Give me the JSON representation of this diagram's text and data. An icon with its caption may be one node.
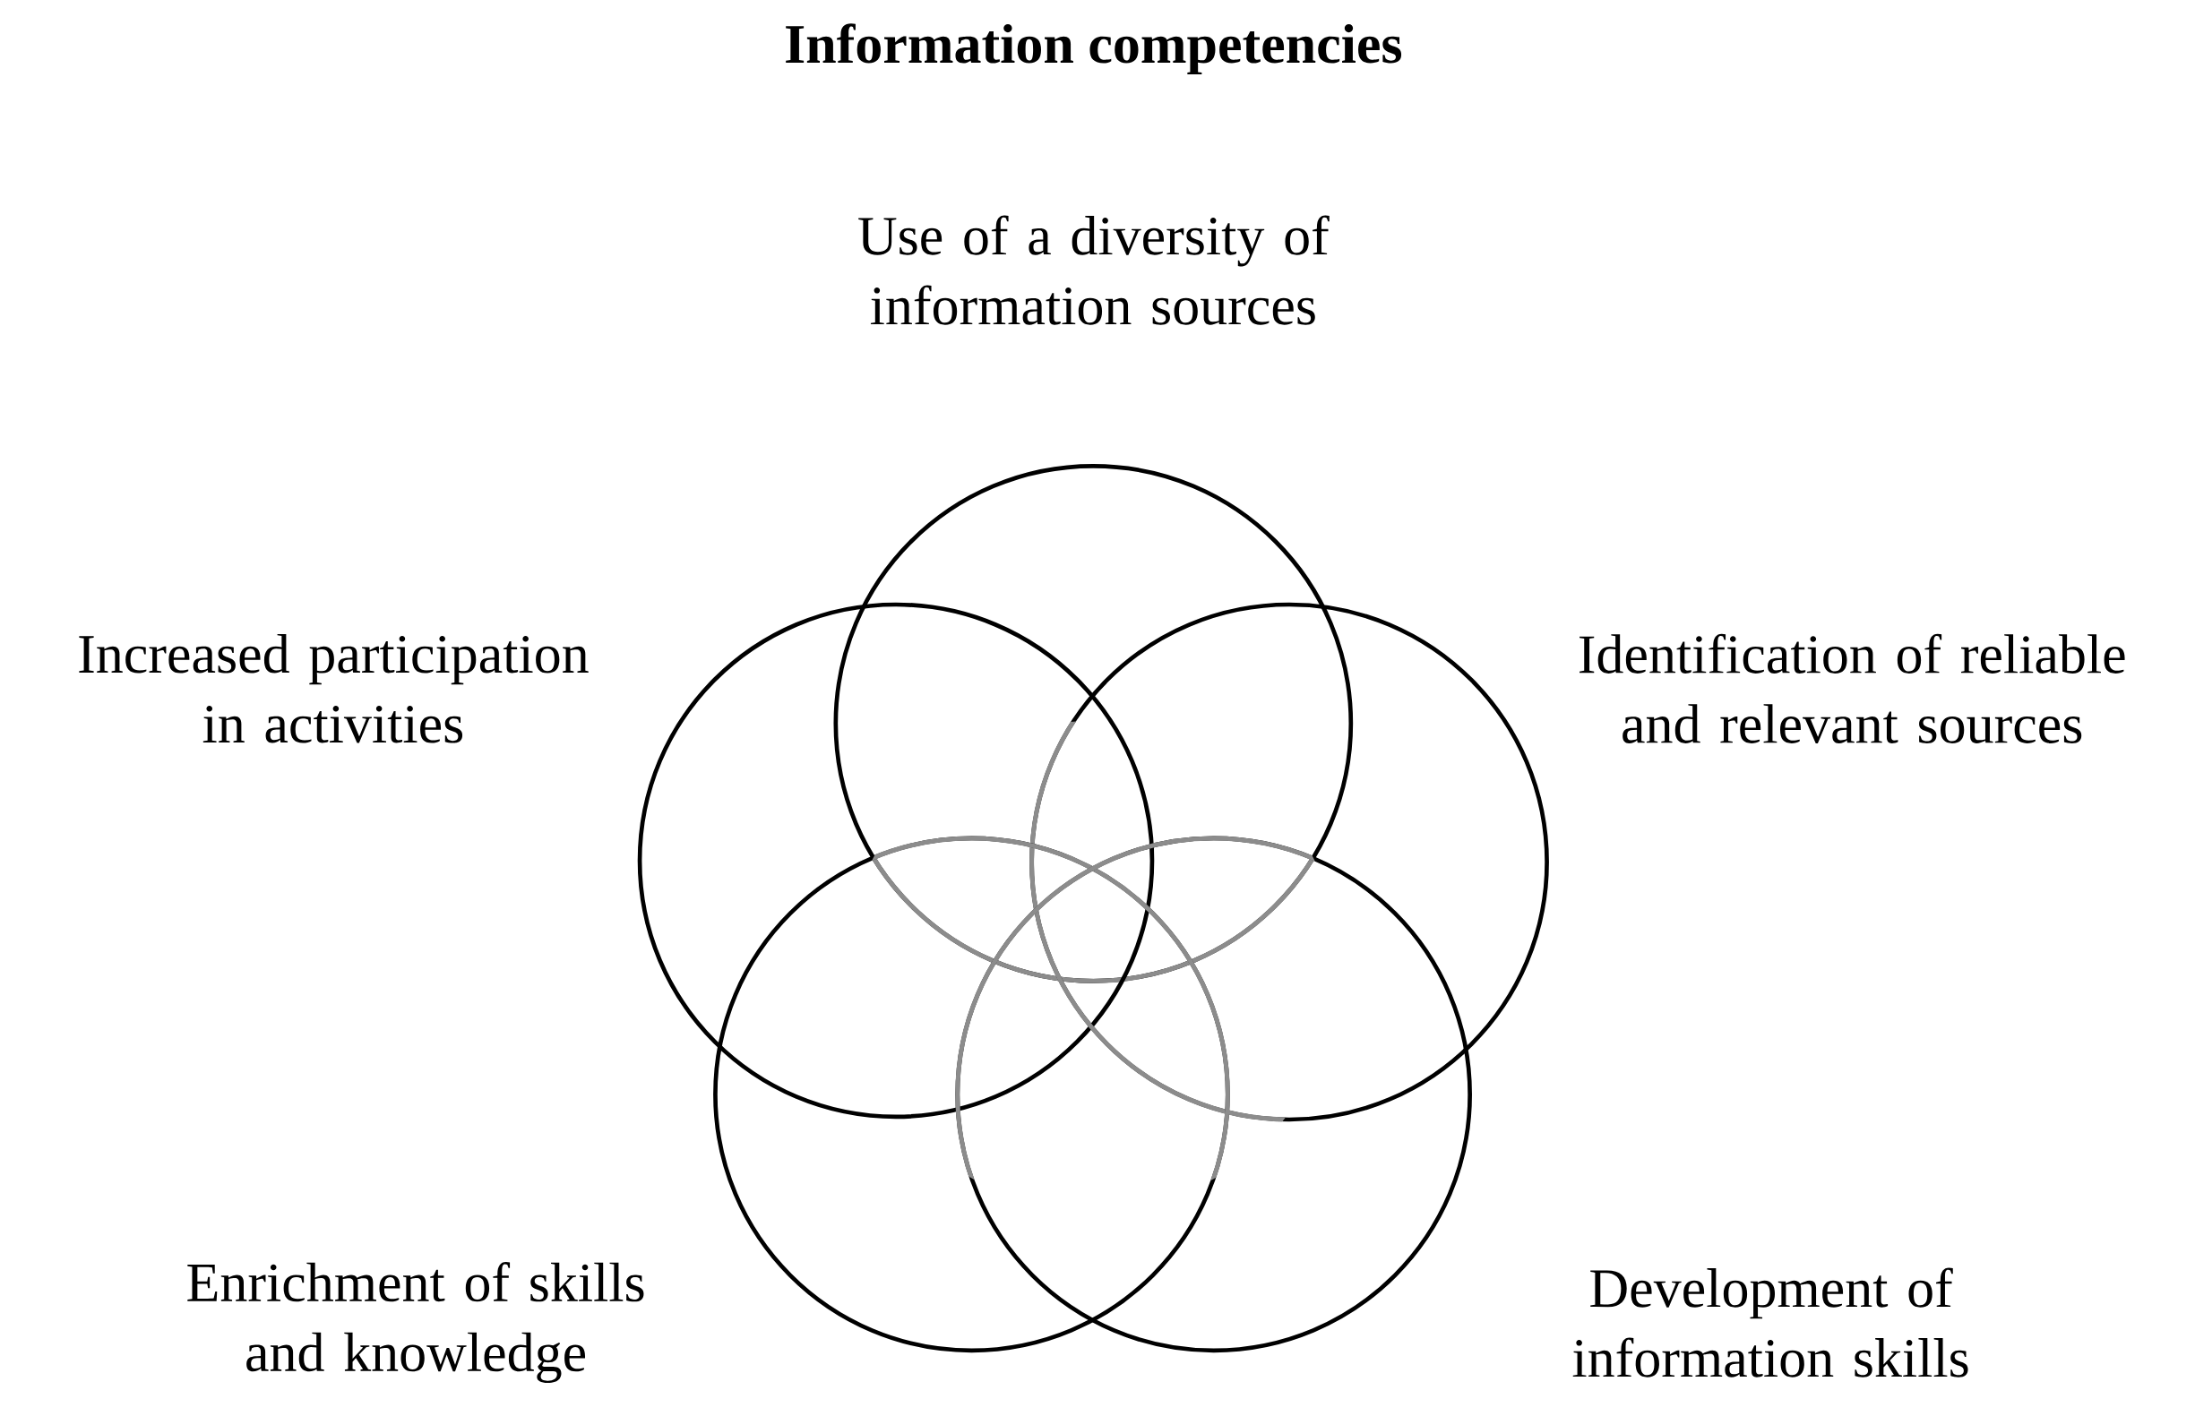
{
  "diagram": {
    "title": "Information competencies",
    "nodes": [
      {
        "text": [],
        "shape": "circle",
        "beside": [
          "Use of a diversity of information sources"
        ]
      },
      {
        "text": [],
        "shape": "circle",
        "beside": [
          "Increased participation in activities"
        ]
      },
      {
        "text": [],
        "shape": "circle",
        "beside": [
          "Identification of reliable and relevant sources"
        ]
      },
      {
        "text": [],
        "shape": "circle",
        "beside": [
          "Enrichment of skills and knowledge"
        ]
      },
      {
        "text": [],
        "shape": "circle",
        "beside": [
          "Development of information skills"
        ]
      }
    ],
    "edges": []
  }
}
